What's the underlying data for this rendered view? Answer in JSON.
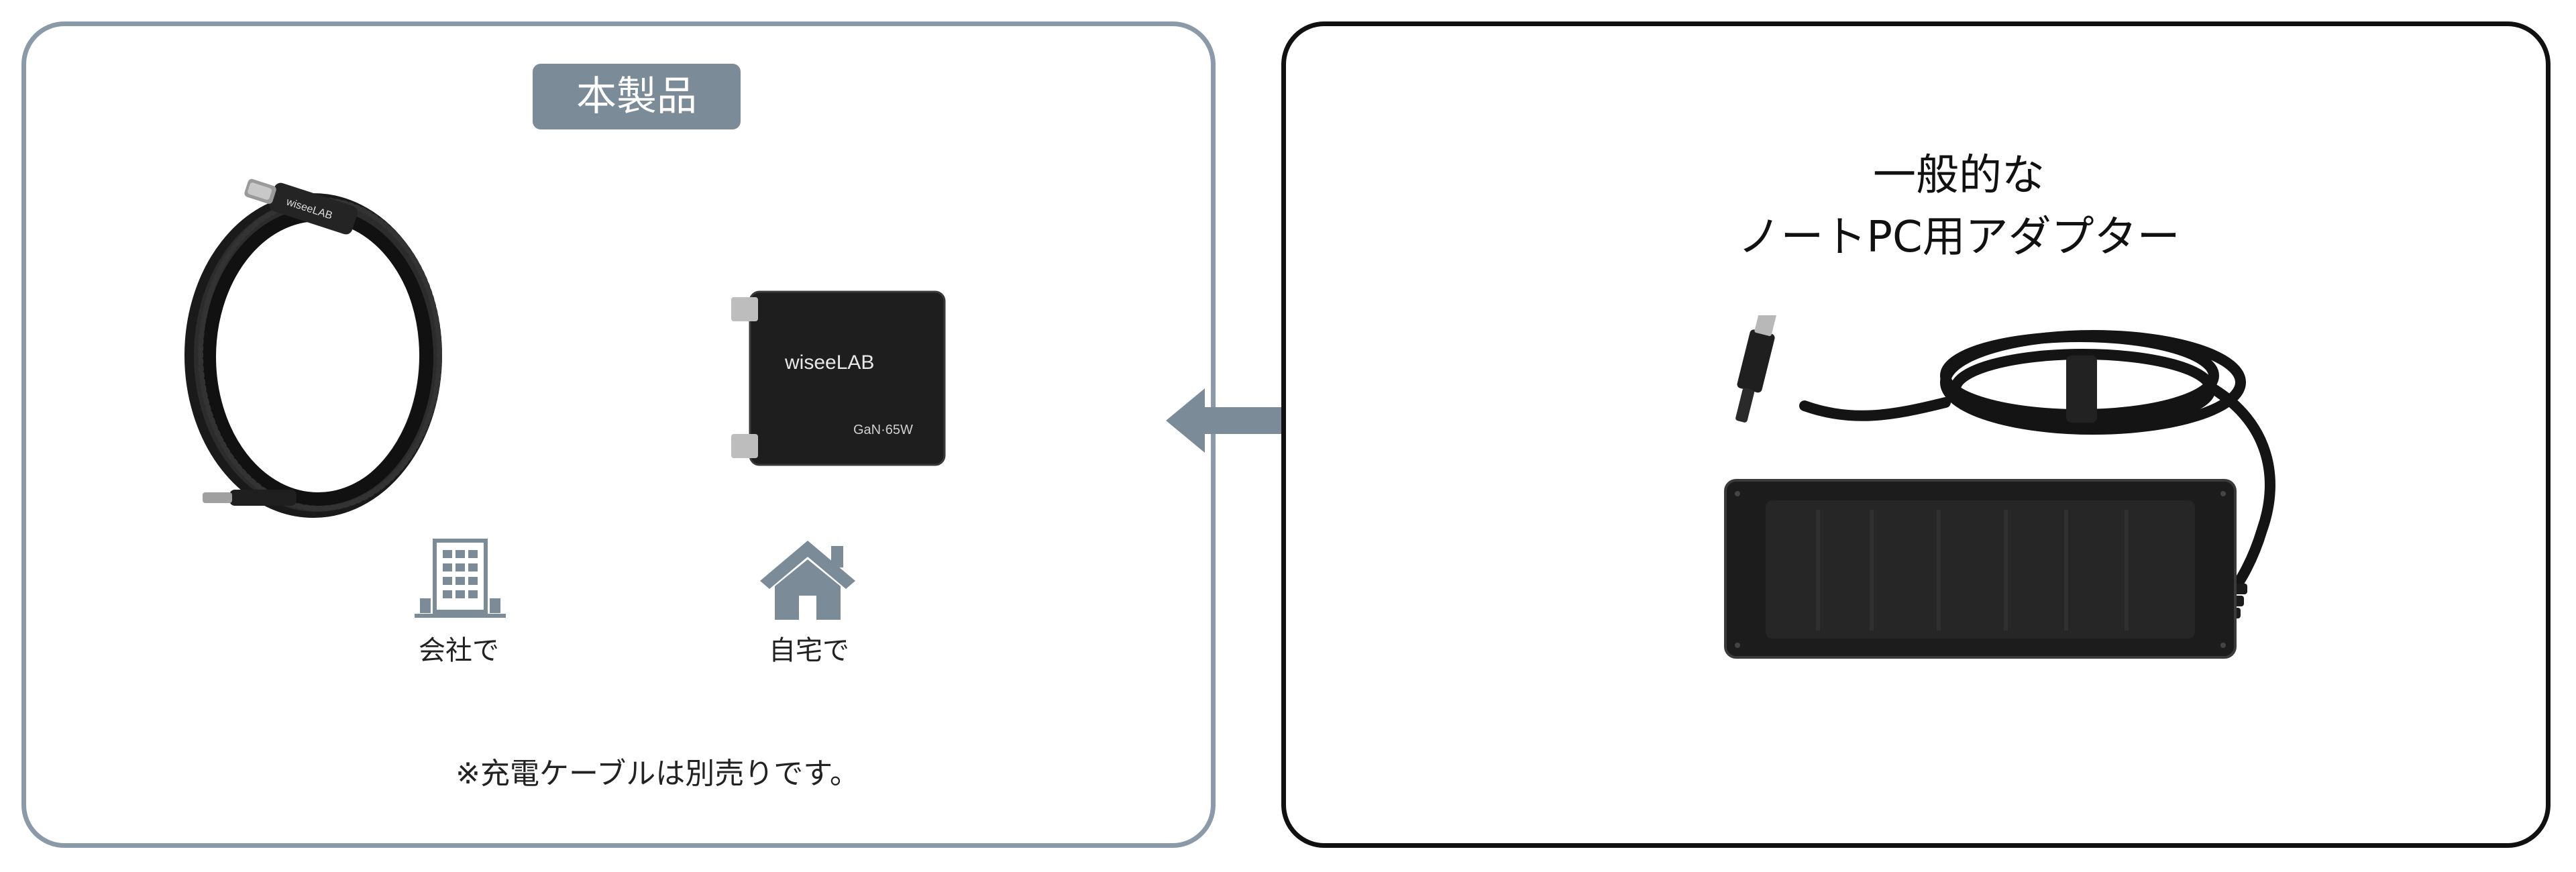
{
  "product_panel": {
    "badge": "本製品",
    "cable_brand": "wiseeLAB",
    "charger_brand": "wiseeLAB",
    "charger_spec": "GaN·65W",
    "places": [
      {
        "label": "会社で",
        "icon": "office-building-icon"
      },
      {
        "label": "自宅で",
        "icon": "house-icon"
      }
    ],
    "note": "※充電ケーブルは別売りです。"
  },
  "comparison": {
    "arrow_icon": "double-arrow-icon"
  },
  "adapter_panel": {
    "title_line1": "一般的な",
    "title_line2": "ノートPC用アダプター"
  },
  "colors": {
    "accent_gray": "#7b8b98",
    "left_border": "#8a9aa8",
    "right_border": "#111111"
  }
}
